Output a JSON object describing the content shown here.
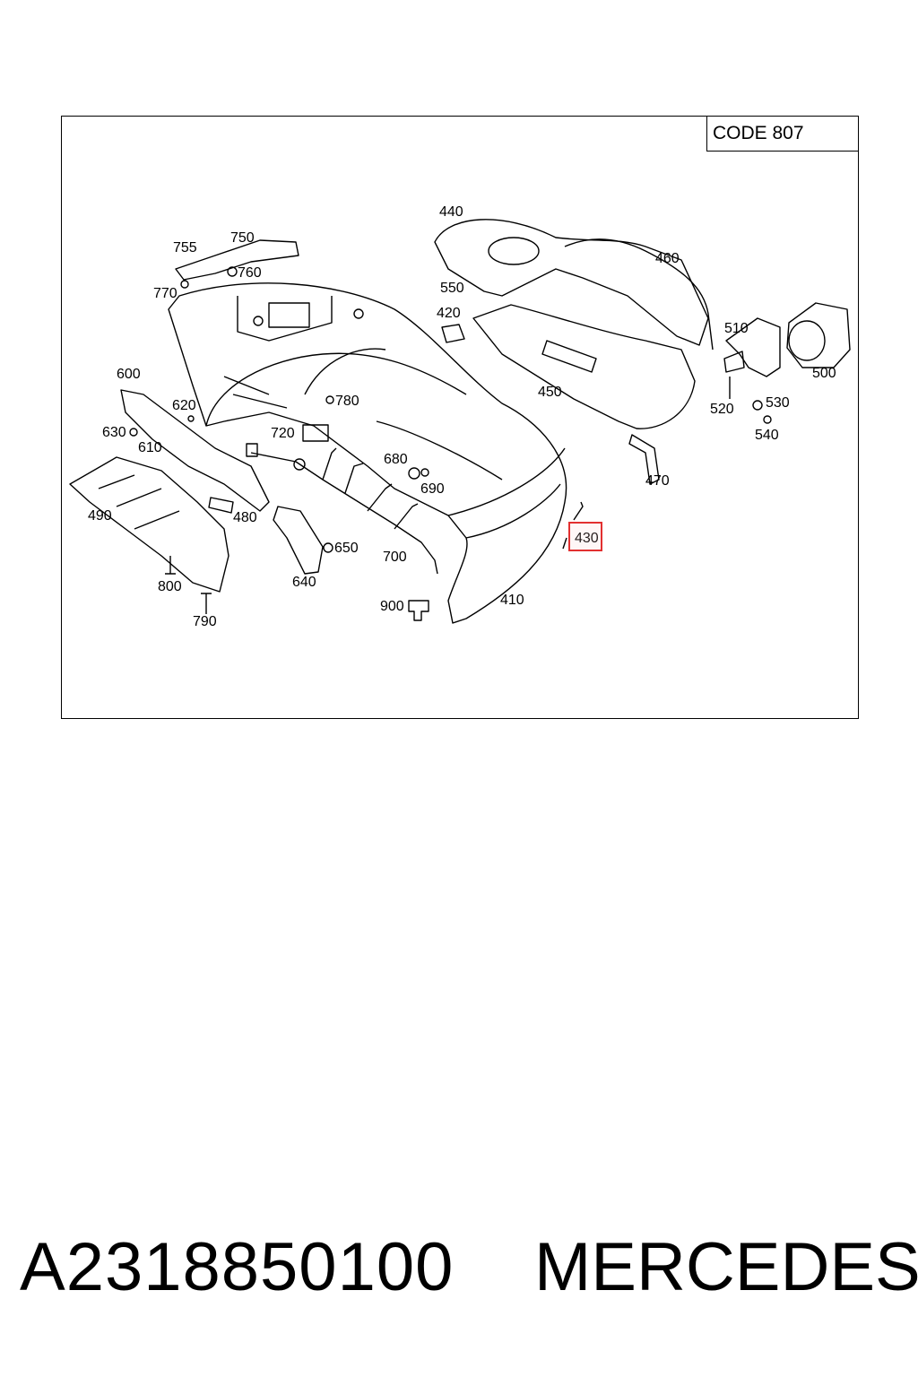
{
  "diagram": {
    "code_note": "CODE 807",
    "highlighted_part": "430",
    "part_labels": [
      "440",
      "460",
      "755",
      "750",
      "760",
      "770",
      "550",
      "420",
      "510",
      "500",
      "600",
      "780",
      "450",
      "520",
      "530",
      "540",
      "620",
      "630",
      "720",
      "610",
      "680",
      "690",
      "470",
      "430",
      "490",
      "480",
      "650",
      "700",
      "640",
      "800",
      "410",
      "900",
      "790"
    ]
  },
  "footer": {
    "part_number": "A2318850100",
    "brand": "MERCEDES"
  },
  "colors": {
    "highlight": "#e23030",
    "line": "#000000"
  }
}
